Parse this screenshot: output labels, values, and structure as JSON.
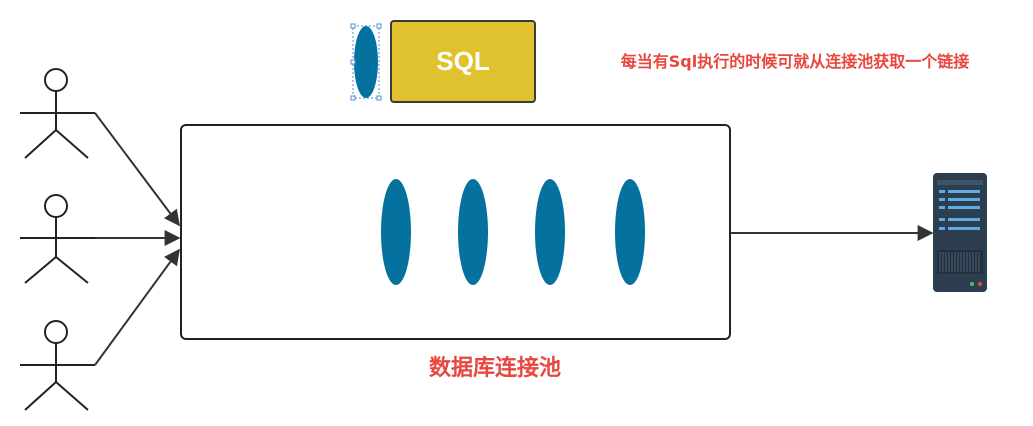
{
  "sql_box": {
    "label": "SQL"
  },
  "note": "每当有Sql执行的时候可就从连接池获取一个链接",
  "pool": {
    "title": "数据库连接池",
    "connection_count": 4
  },
  "users": [
    "user-1",
    "user-2",
    "user-3"
  ],
  "colors": {
    "connection": "#05719f",
    "sql_box": "#e0c22f",
    "sql_box_border": "#3a3a3a",
    "annotation": "#e8473f",
    "server_body": "#2c3e50",
    "line": "#333333"
  },
  "icons": {
    "user": "stick-figure-icon",
    "server": "server-icon"
  }
}
